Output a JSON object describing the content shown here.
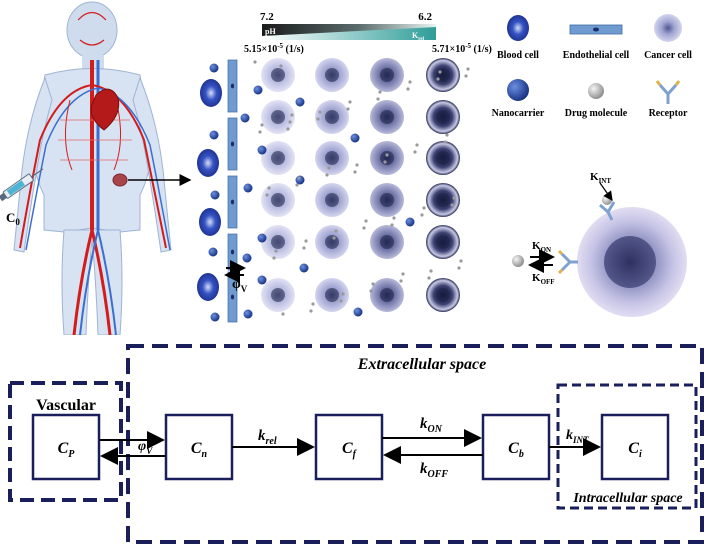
{
  "top": {
    "injection_label": "C",
    "injection_sub": "0",
    "gradient": {
      "ph_left_value": "7.2",
      "ph_right_value": "6.2",
      "ph_label": "pH",
      "krel_label": "K",
      "krel_sub": "rel",
      "rate_left": "5.15×10",
      "rate_left_exp": "-5",
      "rate_left_unit": " (1/s)",
      "rate_right": "5.71×10",
      "rate_right_exp": "-5",
      "rate_right_unit": " (1/s)"
    },
    "phi_v": "φ",
    "phi_v_sub": "V",
    "legend": {
      "blood_cell": "Blood cell",
      "endothelial_cell": "Endothelial cell",
      "cancer_cell": "Cancer cell",
      "nanocarrier": "Nanocarrier",
      "drug_molecule": "Drug molecule",
      "receptor": "Receptor"
    },
    "cell_diagram": {
      "k_int": "K",
      "k_int_sub": "INT",
      "k_on": "K",
      "k_on_sub": "ON",
      "k_off": "K",
      "k_off_sub": "OFF"
    }
  },
  "compartments": {
    "extracellular_title": "Extracellular space",
    "vascular_title": "Vascular",
    "intracellular_title": "Intracellular space",
    "boxes": [
      {
        "main": "C",
        "sub": "P"
      },
      {
        "main": "C",
        "sub": "n"
      },
      {
        "main": "C",
        "sub": "f"
      },
      {
        "main": "C",
        "sub": "b"
      },
      {
        "main": "C",
        "sub": "i"
      }
    ],
    "rates": {
      "phi": "φ",
      "phi_sub": "V",
      "krel": "k",
      "krel_sub": "rel",
      "kon": "k",
      "kon_sub": "ON",
      "koff": "k",
      "koff_sub": "OFF",
      "kint": "k",
      "kint_sub": "INT"
    }
  },
  "colors": {
    "navy": "#1a1f5c",
    "endothelial": "#6f9bd1",
    "nanocarrier": "#1f3f8f",
    "gradient_dark": "#1a1a1a",
    "gradient_teal": "#3fa3a0"
  }
}
